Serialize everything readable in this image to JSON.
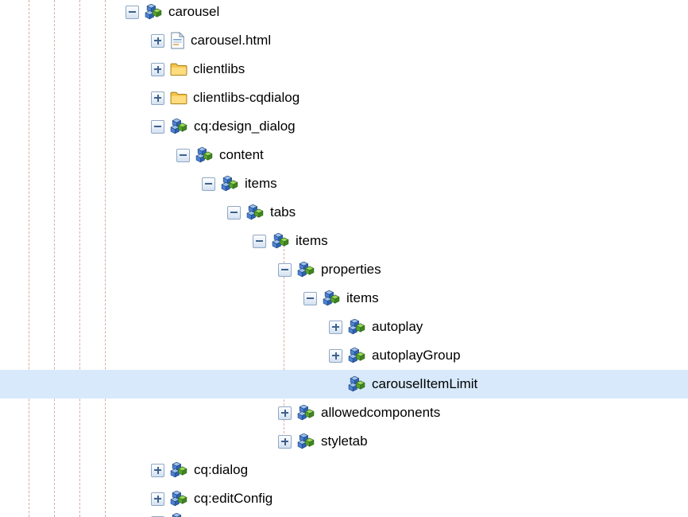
{
  "tree": {
    "selected_node": "carouselItemLimit",
    "nodes": [
      {
        "label": "carousel",
        "depth": 0,
        "expander": "minus",
        "icon": "node-icon",
        "selected": false
      },
      {
        "label": "carousel.html",
        "depth": 1,
        "expander": "plus",
        "icon": "html-file-icon",
        "selected": false
      },
      {
        "label": "clientlibs",
        "depth": 1,
        "expander": "plus",
        "icon": "folder-icon",
        "selected": false
      },
      {
        "label": "clientlibs-cqdialog",
        "depth": 1,
        "expander": "plus",
        "icon": "folder-icon",
        "selected": false
      },
      {
        "label": "cq:design_dialog",
        "depth": 1,
        "expander": "minus",
        "icon": "node-icon",
        "selected": false
      },
      {
        "label": "content",
        "depth": 2,
        "expander": "minus",
        "icon": "node-icon",
        "selected": false
      },
      {
        "label": "items",
        "depth": 3,
        "expander": "minus",
        "icon": "node-icon",
        "selected": false
      },
      {
        "label": "tabs",
        "depth": 4,
        "expander": "minus",
        "icon": "node-icon",
        "selected": false
      },
      {
        "label": "items",
        "depth": 5,
        "expander": "minus",
        "icon": "node-icon",
        "selected": false
      },
      {
        "label": "properties",
        "depth": 6,
        "expander": "minus",
        "icon": "node-icon",
        "selected": false
      },
      {
        "label": "items",
        "depth": 7,
        "expander": "minus",
        "icon": "node-icon",
        "selected": false
      },
      {
        "label": "autoplay",
        "depth": 8,
        "expander": "plus",
        "icon": "node-icon",
        "selected": false
      },
      {
        "label": "autoplayGroup",
        "depth": 8,
        "expander": "plus",
        "icon": "node-icon",
        "selected": false
      },
      {
        "label": "carouselItemLimit",
        "depth": 8,
        "expander": "none",
        "icon": "node-icon",
        "selected": true
      },
      {
        "label": "allowedcomponents",
        "depth": 6,
        "expander": "plus",
        "icon": "node-icon",
        "selected": false
      },
      {
        "label": "styletab",
        "depth": 6,
        "expander": "plus",
        "icon": "node-icon",
        "selected": false
      },
      {
        "label": "cq:dialog",
        "depth": 1,
        "expander": "plus",
        "icon": "node-icon",
        "selected": false
      },
      {
        "label": "cq:editConfig",
        "depth": 1,
        "expander": "plus",
        "icon": "node-icon",
        "selected": false
      },
      {
        "label": "",
        "depth": 1,
        "expander": "plus",
        "icon": "node-icon",
        "selected": false,
        "clipped": true
      }
    ]
  },
  "colors": {
    "selection_background": "#d7e9fa",
    "guide_line": "#e2a6a6",
    "label_text": "#000000"
  }
}
